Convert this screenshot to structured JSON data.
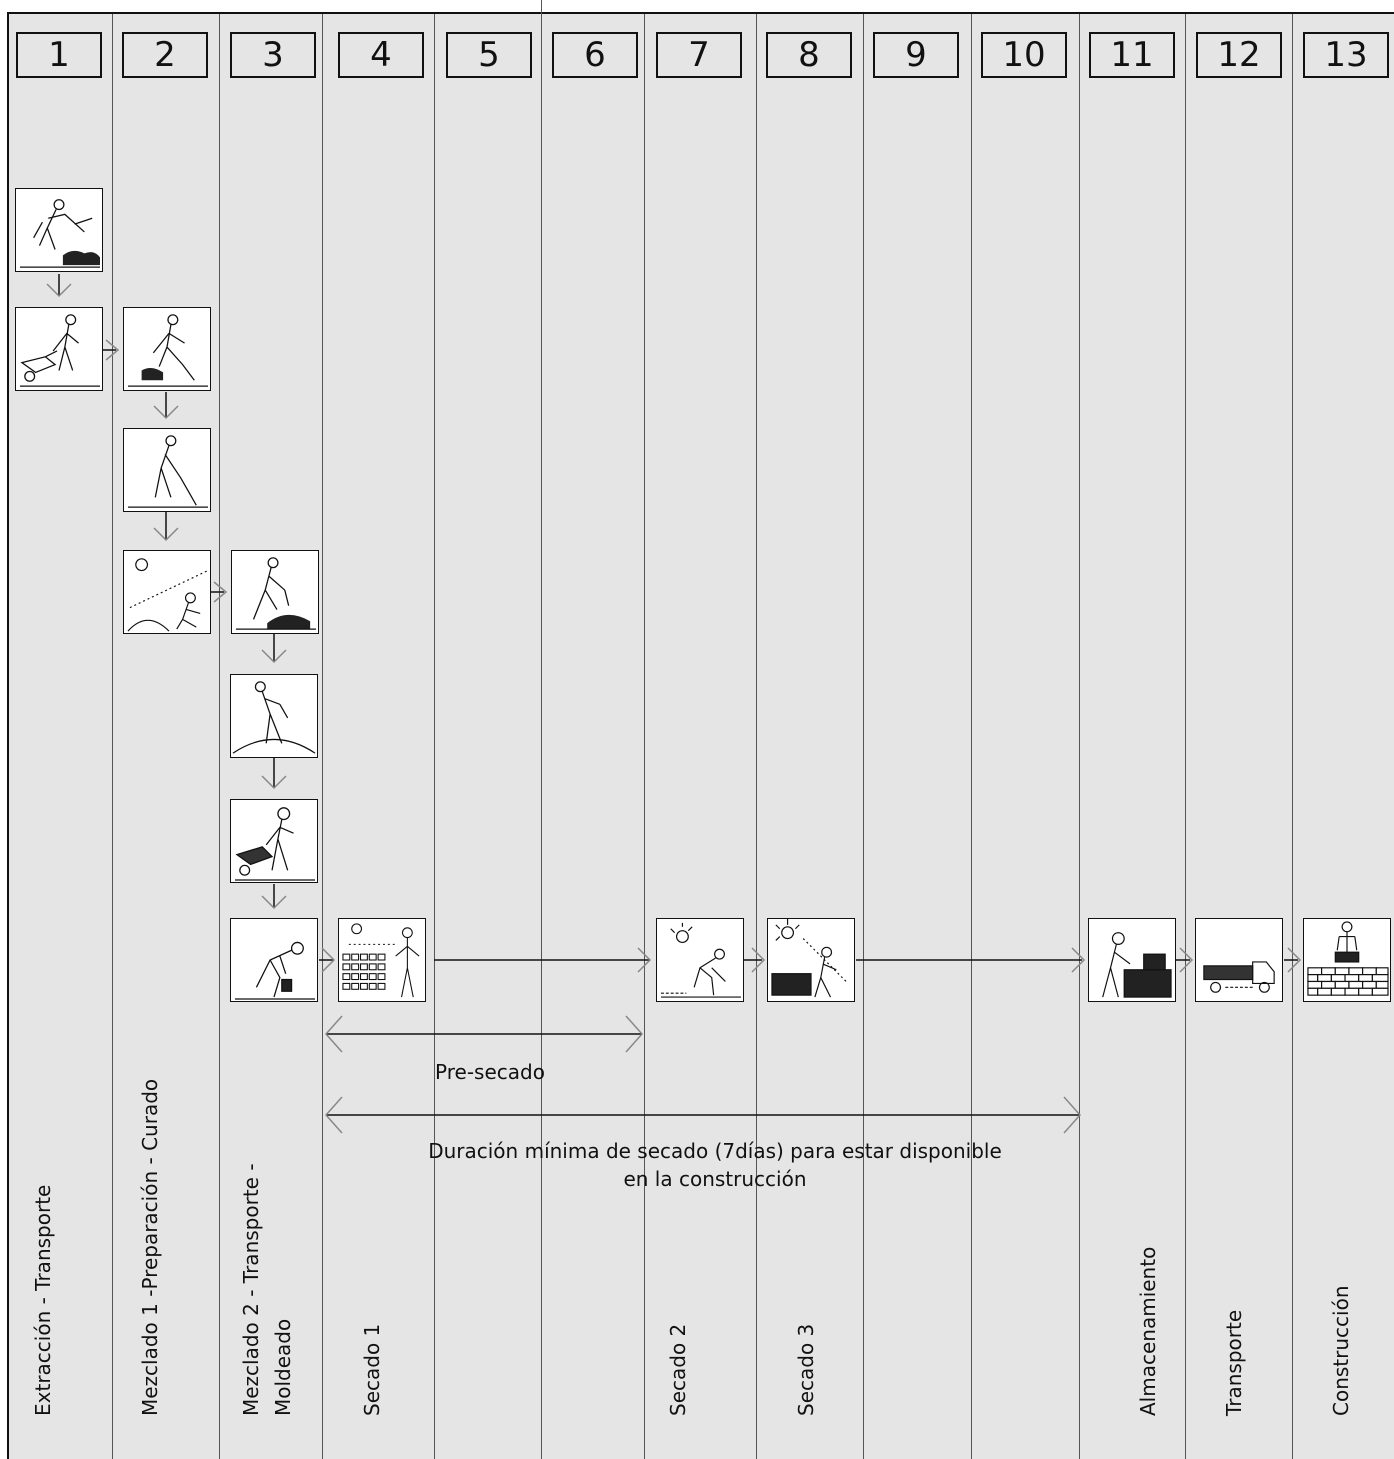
{
  "columns": [
    {
      "number": "1",
      "label": "Extracción - Transporte"
    },
    {
      "number": "2",
      "label": "Mezclado 1 -Preparación - Curado"
    },
    {
      "number": "3",
      "label_line1": "Mezclado 2 - Transporte -",
      "label_line2": "Moldeado"
    },
    {
      "number": "4",
      "label": "Secado 1"
    },
    {
      "number": "5",
      "label": ""
    },
    {
      "number": "6",
      "label": ""
    },
    {
      "number": "7",
      "label": "Secado 2"
    },
    {
      "number": "8",
      "label": "Secado 3"
    },
    {
      "number": "9",
      "label": ""
    },
    {
      "number": "10",
      "label": ""
    },
    {
      "number": "11",
      "label": "Almacenamiento"
    },
    {
      "number": "12",
      "label": "Transporte"
    },
    {
      "number": "13",
      "label": "Construcción"
    }
  ],
  "spans": {
    "presecado": "Pre-secado",
    "duracion_line1": "Duración mínima de secado (7días) para estar disponible",
    "duracion_line2": "en la construcción"
  },
  "colors": {
    "background": "#e5e5e5",
    "line": "#111111",
    "arrow_outline": "#888888"
  }
}
